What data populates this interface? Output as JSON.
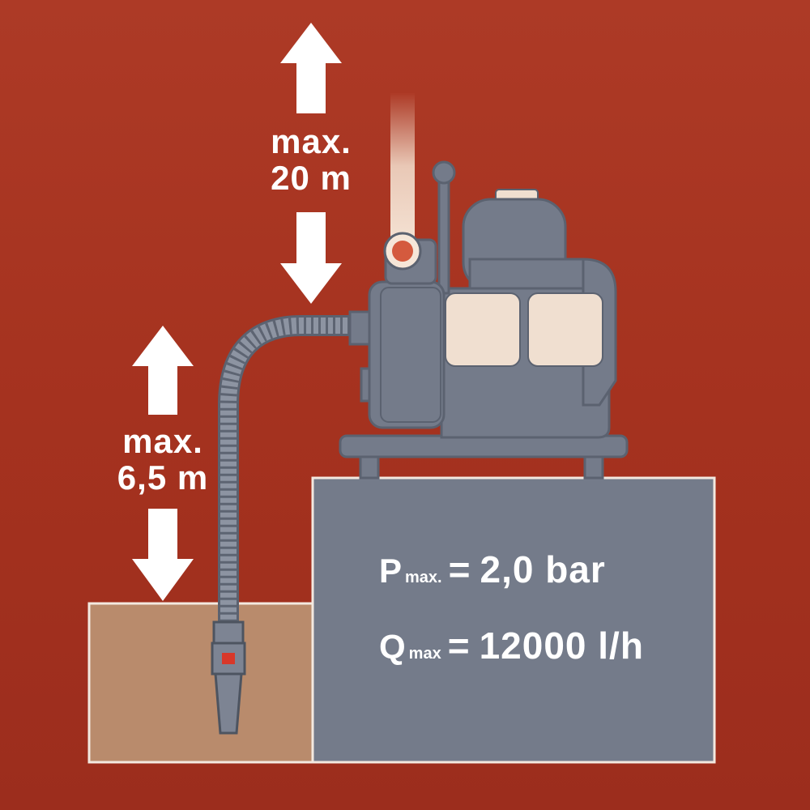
{
  "colors": {
    "background": "#a5321f",
    "pump_body": "#747b8a",
    "outline": "#5b6270",
    "panel": "#f0dfd0",
    "water_tank": "#b98b6c",
    "arrow": "#ffffff"
  },
  "discharge_height": {
    "line1": "max.",
    "line2": "20 m"
  },
  "suction_height": {
    "line1": "max.",
    "line2": "6,5 m"
  },
  "specs": {
    "pressure": {
      "symbol": "P",
      "subscript": "max.",
      "equals": "=",
      "value": "2,0 bar"
    },
    "flow": {
      "symbol": "Q",
      "subscript": "max",
      "equals": "=",
      "value": "12000 l/h"
    }
  }
}
